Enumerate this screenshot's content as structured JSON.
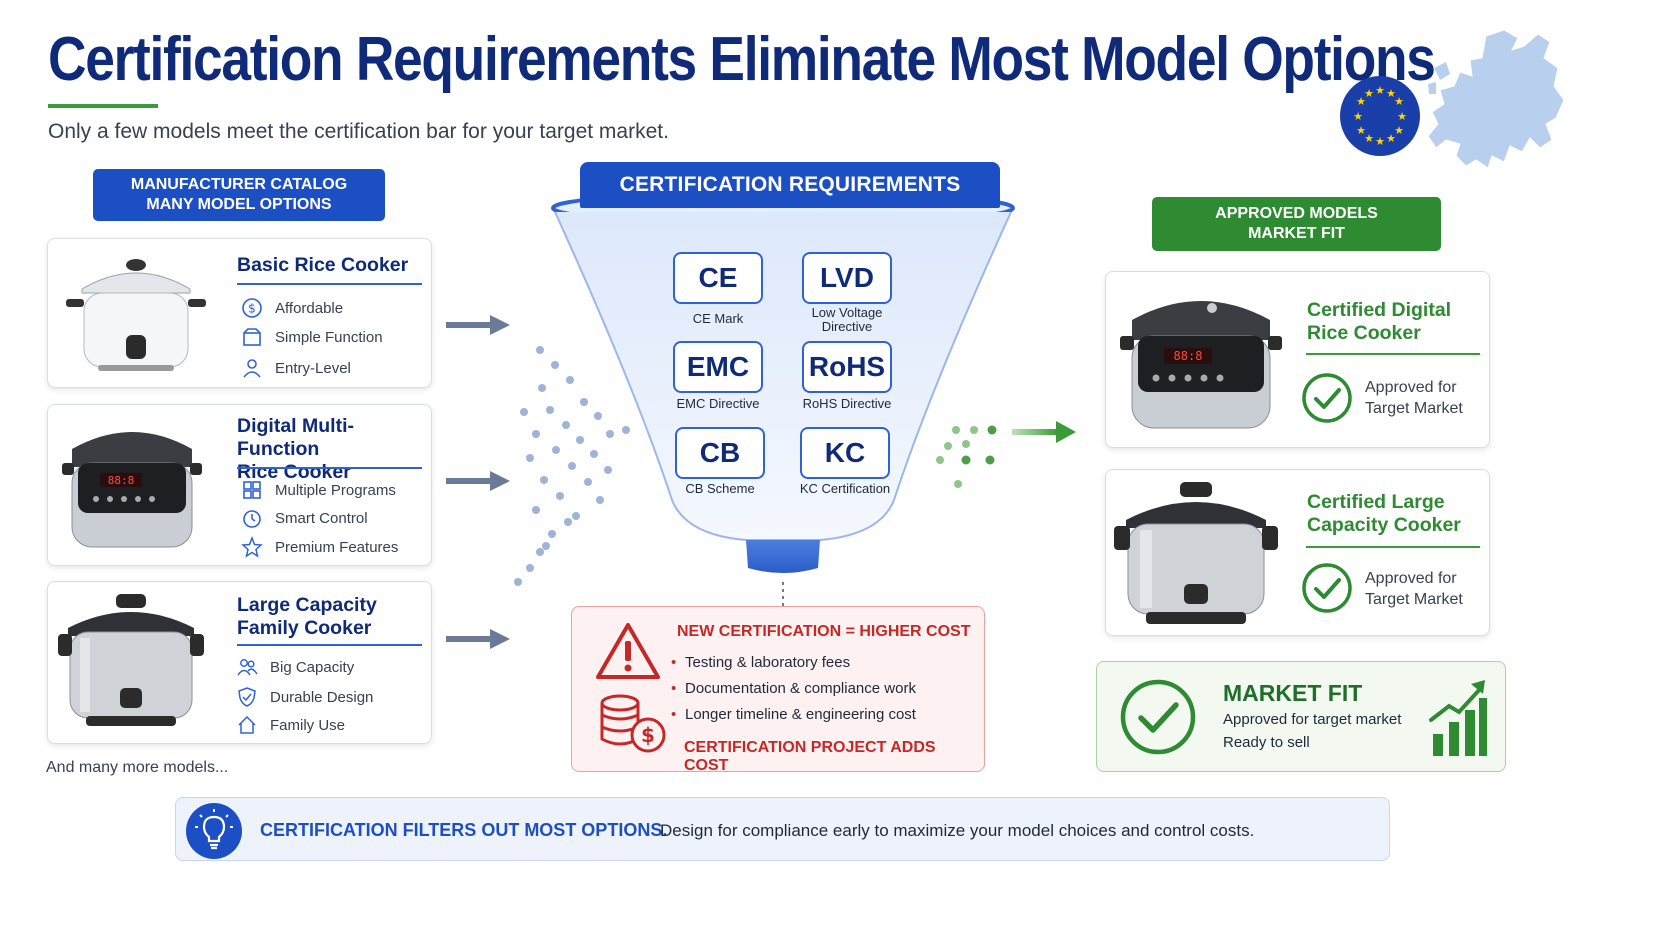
{
  "header": {
    "title": "Certification Requirements Eliminate Most Model Options",
    "subtitle": "Only a few models meet the certification bar for your target market."
  },
  "catalog": {
    "label_line1": "MANUFACTURER CATALOG",
    "label_line2": "MANY MODEL OPTIONS",
    "models": [
      {
        "name_line1": "Basic Rice Cooker",
        "name_line2": "",
        "features": [
          "Affordable",
          "Simple Function",
          "Entry-Level"
        ],
        "icons": [
          "dollar-icon",
          "box-icon",
          "user-icon"
        ]
      },
      {
        "name_line1": "Digital Multi-Function",
        "name_line2": "Rice Cooker",
        "features": [
          "Multiple Programs",
          "Smart Control",
          "Premium Features"
        ],
        "icons": [
          "grid-icon",
          "timer-icon",
          "star-icon"
        ]
      },
      {
        "name_line1": "Large Capacity",
        "name_line2": "Family Cooker",
        "features": [
          "Big Capacity",
          "Durable Design",
          "Family Use"
        ],
        "icons": [
          "people-icon",
          "shield-icon",
          "home-icon"
        ]
      }
    ],
    "more_text": "And many more models..."
  },
  "funnel": {
    "title": "CERTIFICATION REQUIREMENTS",
    "certs": [
      {
        "code": "CE",
        "label_line1": "CE Mark",
        "label_line2": ""
      },
      {
        "code": "LVD",
        "label_line1": "Low Voltage",
        "label_line2": "Directive"
      },
      {
        "code": "EMC",
        "label_line1": "EMC Directive",
        "label_line2": ""
      },
      {
        "code": "RoHS",
        "label_line1": "RoHS Directive",
        "label_line2": ""
      },
      {
        "code": "CB",
        "label_line1": "CB Scheme",
        "label_line2": ""
      },
      {
        "code": "KC",
        "label_line1": "KC Certification",
        "label_line2": ""
      }
    ]
  },
  "cost": {
    "title": "NEW CERTIFICATION = HIGHER COST",
    "items": [
      "Testing & laboratory fees",
      "Documentation & compliance work",
      "Longer timeline & engineering cost"
    ],
    "footer": "CERTIFICATION PROJECT ADDS COST"
  },
  "approved": {
    "label_line1": "APPROVED MODELS",
    "label_line2": "MARKET FIT",
    "models": [
      {
        "name_line1": "Certified Digital",
        "name_line2": "Rice Cooker",
        "status_line1": "Approved for",
        "status_line2": "Target Market"
      },
      {
        "name_line1": "Certified Large",
        "name_line2": "Capacity Cooker",
        "status_line1": "Approved for",
        "status_line2": "Target Market"
      }
    ]
  },
  "market_fit": {
    "title": "MARKET FIT",
    "line1": "Approved for target market",
    "line2": "Ready to sell"
  },
  "bottom": {
    "strong": "CERTIFICATION FILTERS OUT MOST OPTIONS.",
    "text": "Design for compliance early to maximize your model choices and control costs."
  },
  "colors": {
    "navy": "#0f2a78",
    "blue": "#1d4fc4",
    "green": "#2e8b32",
    "red": "#c62828"
  }
}
